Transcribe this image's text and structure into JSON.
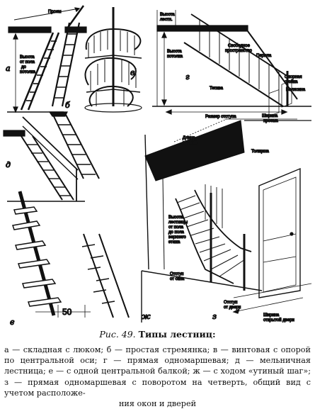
{
  "figure": {
    "letters": {
      "a": "а",
      "b": "б",
      "v": "в",
      "g": "г",
      "d": "д",
      "e": "е",
      "zh": "ж",
      "z": "з"
    },
    "labels": {
      "proem": "Проем",
      "height_floor_ceiling": [
        "Высота",
        "от пола",
        "до",
        "потолка"
      ],
      "stair_height": [
        "Высота",
        "лестн."
      ],
      "free_space": [
        "Свободное",
        "пространство"
      ],
      "railing": "Перила",
      "height_to_ceiling": [
        "Высота",
        "потолка"
      ],
      "stringer": "Тетива",
      "newel": [
        "Опорная",
        "стойка"
      ],
      "baluster": "Балясина",
      "span_size": "Размер отступа",
      "opening_width": [
        "Ширина",
        "проема"
      ],
      "opening_length": [
        "Длина",
        "проема"
      ],
      "thickness": "Толщина",
      "landing_height": [
        "Высота",
        "лестницы",
        "от пола",
        "до пола",
        "верхнего",
        "этажа"
      ],
      "offset_window": [
        "Отступ",
        "от окна"
      ],
      "offset_door": [
        "Отступ",
        "от двери"
      ],
      "door_width": [
        "Ширина",
        "открытой двери"
      ],
      "dim_50": "50"
    }
  },
  "caption": {
    "prefix": "Рис. 49.",
    "title": "Типы лестниц:"
  },
  "legend": {
    "line1": "а — складная с люком; б — простая стремянка; в — винтовая с опорой по центральной оси; г — прямая одномаршевая; д — мельничная лестница; е — с одной центральной балкой; ж — с ходом «утиный шаг»; з — прямая одномаршевая с поворотом на четверть, общий вид с учетом расположе-",
    "line2": "ния окон и дверей"
  }
}
